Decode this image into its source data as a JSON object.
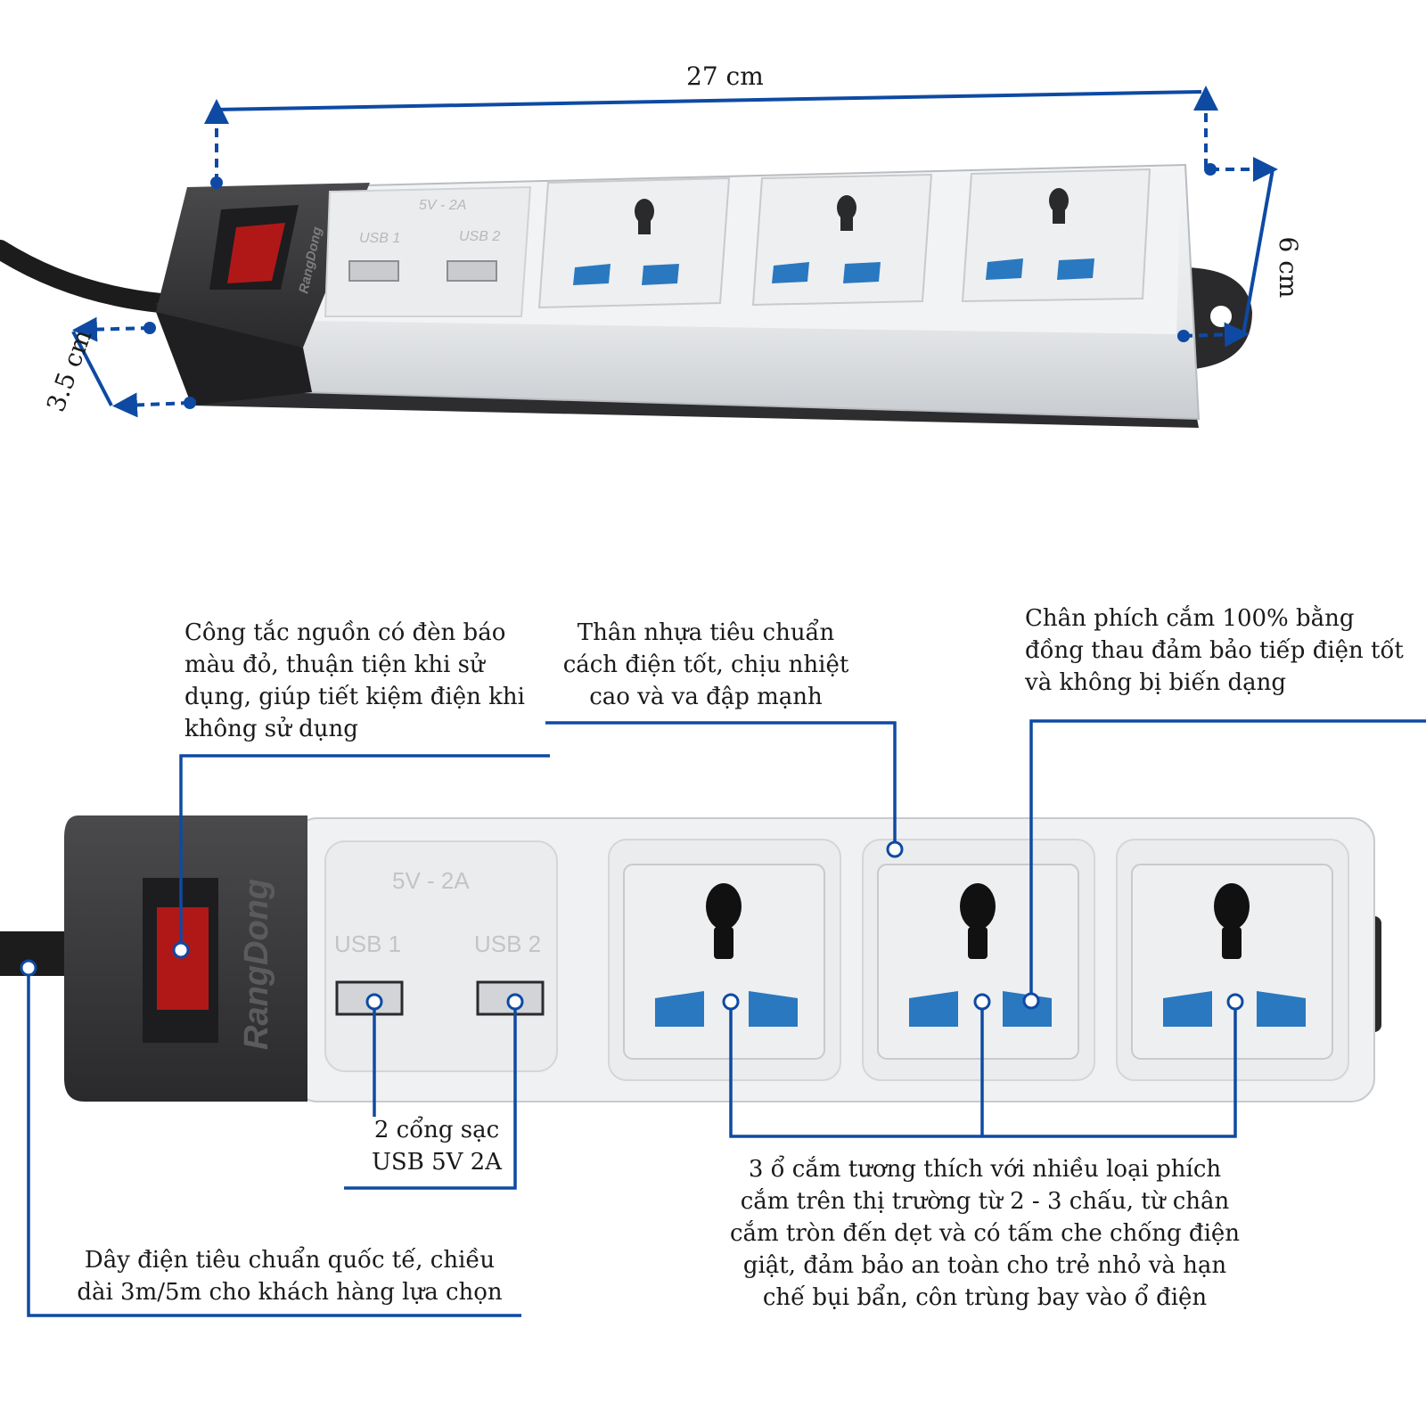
{
  "dimensions": {
    "length": "27 cm",
    "width": "6 cm",
    "height": "3.5 cm"
  },
  "product": {
    "usb_rating": "5V - 2A",
    "usb1_label": "USB 1",
    "usb2_label": "USB 2",
    "brand_logo": "RangDong",
    "accent_color": "#0e4aa3",
    "switch_color": "#b01818",
    "socket_blue": "#2a78c0"
  },
  "callouts": {
    "switch": [
      "Công tắc nguồn có đèn báo",
      "màu đỏ, thuận tiện khi sử",
      "dụng, giúp tiết kiệm điện khi",
      "không sử dụng"
    ],
    "body": [
      "Thân nhựa tiêu chuẩn",
      "cách điện tốt, chịu nhiệt",
      "cao và va đập mạnh"
    ],
    "pins": [
      "Chân phích cắm 100% bằng",
      "đồng thau đảm bảo tiếp điện tốt",
      "và không bị biến dạng"
    ],
    "usb": [
      "2 cổng sạc",
      "USB 5V 2A"
    ],
    "sockets": [
      "3 ổ cắm tương thích với nhiều loại phích",
      "cắm trên thị trường từ 2 - 3 chấu, từ chân",
      "cắm tròn đến dẹt và có tấm che chống điện",
      "giật, đảm bảo an toàn cho trẻ nhỏ và hạn",
      "chế bụi bẩn, côn trùng bay vào ổ điện"
    ],
    "cord": [
      "Dây điện tiêu chuẩn quốc tế, chiều",
      "dài 3m/5m cho khách hàng lựa chọn"
    ]
  }
}
